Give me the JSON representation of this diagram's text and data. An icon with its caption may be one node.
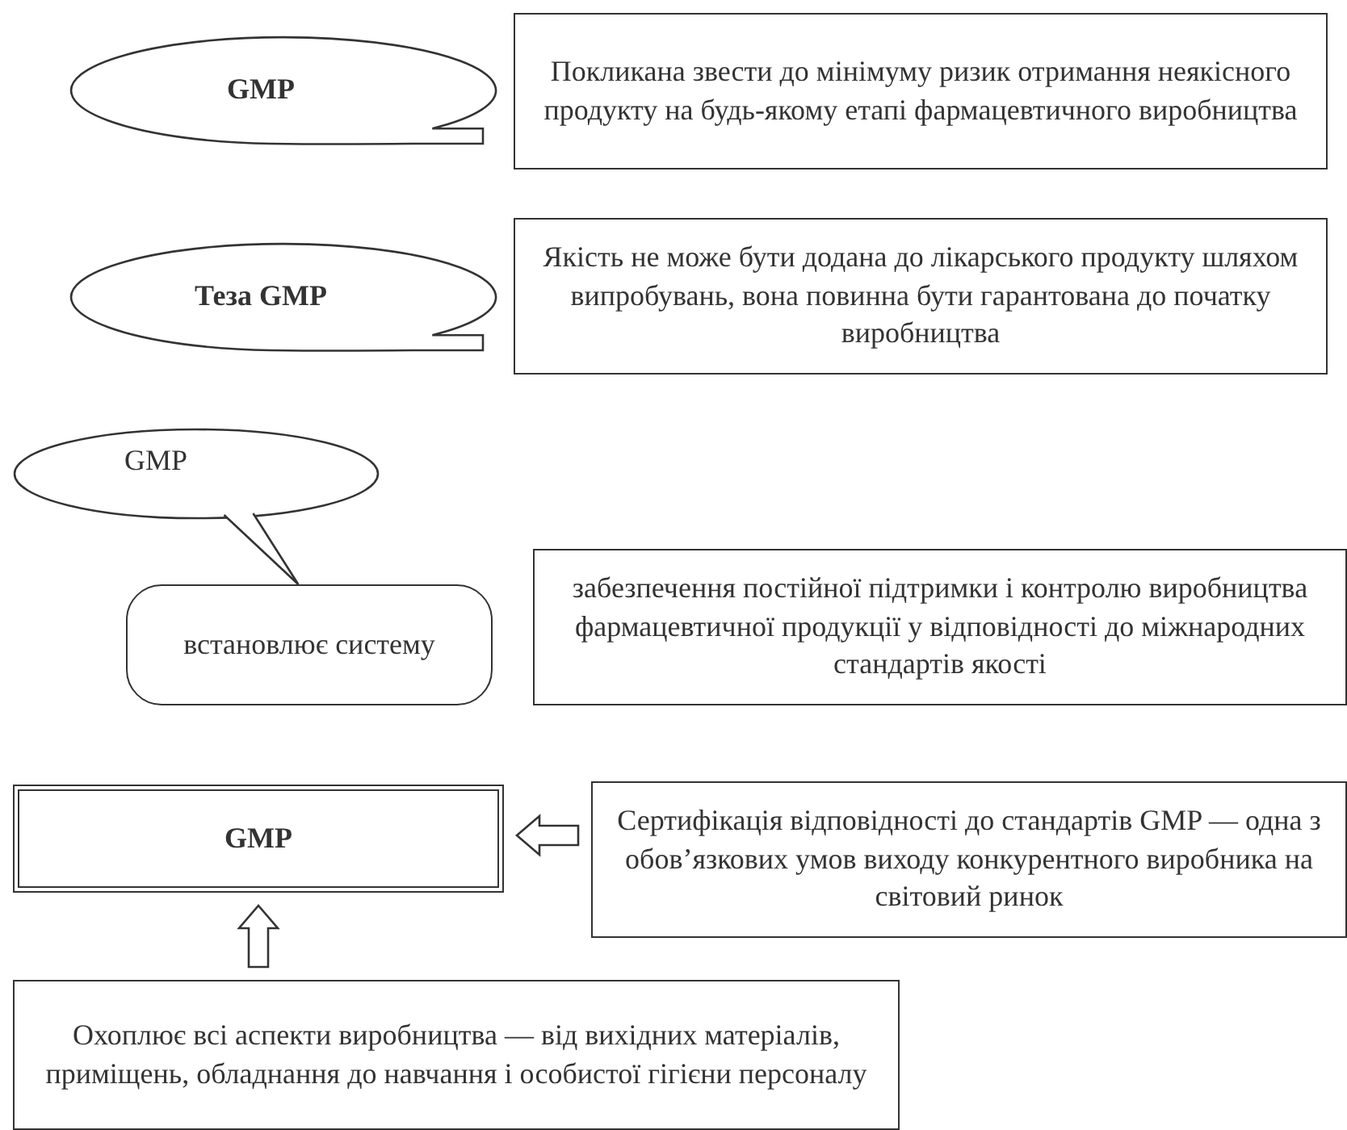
{
  "diagram": {
    "nodes": [
      {
        "text": [
          "GMP"
        ]
      },
      {
        "text": [
          "Покликана звести до мінімуму ризик отримання неякісного продукту на будь-якому етапі фармацевтичного виробництва"
        ]
      },
      {
        "text": [
          "Теза GMP"
        ]
      },
      {
        "text": [
          "Якість не може бути додана до лікарського продукту шляхом випробувань, вона повинна бути гарантована до початку виробництва"
        ]
      },
      {
        "text": [
          "GMP"
        ]
      },
      {
        "text": [
          "встановлює систему"
        ]
      },
      {
        "text": [
          "забезпечення постійної підтримки і контролю виробництва фармацевтичної продукції у відповідності до міжнародних стандартів якості"
        ]
      },
      {
        "text": [
          "GMP"
        ]
      },
      {
        "text": [
          "Сертифікація відповідності до стандартів GMP — одна з обов’язкових умов виходу конкурентного виробника на світовий ринок"
        ]
      },
      {
        "text": [
          "Охоплює всі аспекти виробництва — від вихідних матеріалів, приміщень, обладнання до навчання і особистої гігієни персоналу"
        ]
      }
    ],
    "edges": [
      {
        "from": 4,
        "to": 5,
        "arrow": "none"
      },
      {
        "from": 8,
        "to": 7,
        "arrow": "to"
      },
      {
        "from": 9,
        "to": 7,
        "arrow": "to"
      }
    ]
  }
}
